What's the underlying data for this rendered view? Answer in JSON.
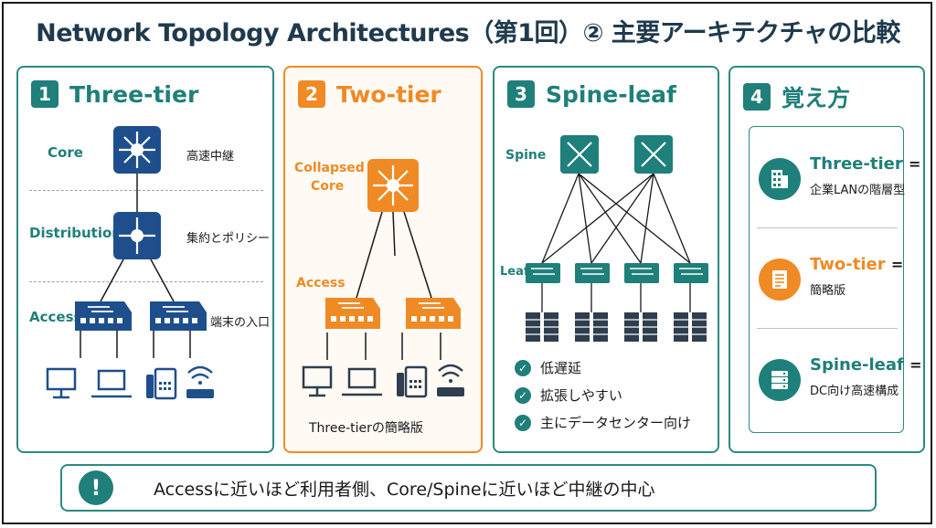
{
  "title": "Network Topology Architectures（第1回）② 主要アーキテクチャの比較",
  "colors": {
    "teal": "#1f7f7a",
    "navy": "#1e4f8c",
    "orange": "#f08a24"
  },
  "panels": {
    "three_tier": {
      "num": "1",
      "title": "Three-tier",
      "layers": [
        {
          "name": "Core",
          "desc": "高速中継"
        },
        {
          "name": "Distribution",
          "desc": "集約とポリシー"
        },
        {
          "name": "Access",
          "desc": "端末の入口"
        }
      ],
      "devices": [
        "monitor-icon",
        "laptop-icon",
        "phone-icon",
        "wifi-router-icon"
      ]
    },
    "two_tier": {
      "num": "2",
      "title": "Two-tier",
      "core_line1": "Collapsed",
      "core_line2": "Core",
      "access": "Access",
      "caption": "Three-tierの簡略版"
    },
    "spine_leaf": {
      "num": "3",
      "title": "Spine-leaf",
      "spine": "Spine",
      "leaf": "Leaf",
      "benefits": [
        "低遅延",
        "拡張しやすい",
        "主にデータセンター向け"
      ]
    },
    "memo": {
      "num": "4",
      "title": "覚え方",
      "items": [
        {
          "name": "Three-tier",
          "eq": "=",
          "desc": "企業LANの階層型",
          "icon": "building-icon",
          "color": "#1f7f7a"
        },
        {
          "name": "Two-tier",
          "eq": "=",
          "desc": "簡略版",
          "icon": "document-icon",
          "color": "#f08a24"
        },
        {
          "name": "Spine-leaf",
          "eq": "=",
          "desc": "DC向け高速構成",
          "icon": "server-icon",
          "color": "#1f7f7a"
        }
      ]
    }
  },
  "bottom": {
    "icon": "!",
    "text": "Accessに近いほど利用者側、Core/Spineに近いほど中継の中心"
  }
}
